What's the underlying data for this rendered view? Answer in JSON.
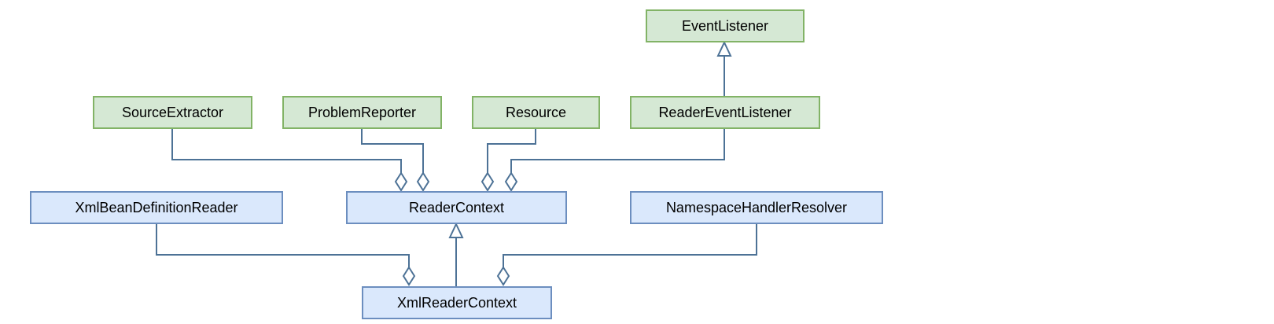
{
  "diagram": {
    "nodes": {
      "event_listener": "EventListener",
      "source_extractor": "SourceExtractor",
      "problem_reporter": "ProblemReporter",
      "resource": "Resource",
      "reader_event_listener": "ReaderEventListener",
      "xml_bean_definition_reader": "XmlBeanDefinitionReader",
      "reader_context": "ReaderContext",
      "namespace_handler_resolver": "NamespaceHandlerResolver",
      "xml_reader_context": "XmlReaderContext"
    },
    "colors": {
      "interface_fill": "#d5e8d4",
      "interface_border": "#82b366",
      "class_fill": "#dae8fc",
      "class_border": "#6c8ebf",
      "edge": "#4d7296"
    },
    "relations": [
      {
        "from": "SourceExtractor",
        "to": "ReaderContext",
        "type": "composition"
      },
      {
        "from": "ProblemReporter",
        "to": "ReaderContext",
        "type": "composition"
      },
      {
        "from": "Resource",
        "to": "ReaderContext",
        "type": "composition"
      },
      {
        "from": "ReaderEventListener",
        "to": "ReaderContext",
        "type": "composition"
      },
      {
        "from": "ReaderEventListener",
        "to": "EventListener",
        "type": "inheritance"
      },
      {
        "from": "XmlBeanDefinitionReader",
        "to": "XmlReaderContext",
        "type": "composition"
      },
      {
        "from": "XmlReaderContext",
        "to": "ReaderContext",
        "type": "inheritance"
      },
      {
        "from": "NamespaceHandlerResolver",
        "to": "XmlReaderContext",
        "type": "composition"
      }
    ]
  }
}
